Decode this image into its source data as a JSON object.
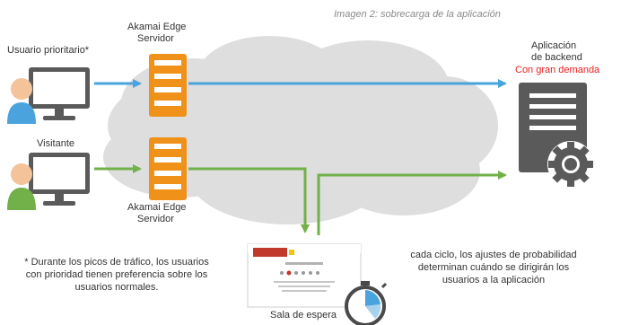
{
  "caption": "Imagen 2: sobrecarga de la aplicación",
  "nodes": {
    "priority_user": "Usuario prioritario*",
    "visitor": "Visitante",
    "edge_top": [
      "Akamai Edge",
      "Servidor"
    ],
    "edge_bottom": [
      "Akamai Edge",
      "Servidor"
    ],
    "backend": [
      "Aplicación",
      "de backend"
    ],
    "backend_status": "Con gran demanda",
    "waiting_room": "Sala de espera"
  },
  "notes": {
    "priority": [
      "* Durante los picos de tráfico, los usuarios",
      "con prioridad tienen preferencia sobre los",
      "usuarios normales."
    ],
    "cycle": [
      "cada ciclo, los ajustes de probabilidad",
      "determinan cuándo se dirigirán los",
      "usuarios a la aplicación"
    ]
  },
  "colors": {
    "priority_flow": "#4aa3dd",
    "visitor_flow": "#72b04a",
    "server": "#f0911a",
    "backend_status": "#e8201f",
    "cloud": "#dcdcdc"
  },
  "icons": [
    "user-desktop-icon",
    "server-icon",
    "cloud-icon",
    "backend-server-icon",
    "gear-icon",
    "stopwatch-icon",
    "waiting-room-page-icon"
  ]
}
